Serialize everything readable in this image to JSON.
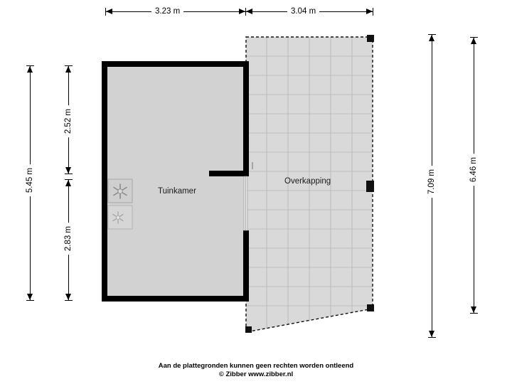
{
  "plan": {
    "rooms": [
      {
        "name": "Tuinkamer",
        "label": "Tuinkamer"
      },
      {
        "name": "Overkapping",
        "label": "Overkapping"
      }
    ],
    "dimensions": {
      "top": [
        {
          "id": "top-left",
          "label": "3.23 m"
        },
        {
          "id": "top-right",
          "label": "3.04 m"
        }
      ],
      "left_outer": [
        {
          "id": "left-outer",
          "label": "5.45 m"
        }
      ],
      "left_inner": [
        {
          "id": "left-inner-top",
          "label": "2.52 m"
        },
        {
          "id": "left-inner-bottom",
          "label": "2.83 m"
        }
      ],
      "right_inner": [
        {
          "id": "right-inner",
          "label": "7.09 m"
        }
      ],
      "right_outer": [
        {
          "id": "right-outer",
          "label": "6.46 m"
        }
      ]
    },
    "colors": {
      "wall": "#000000",
      "room_fill": "#d2d2d2",
      "overkapping_fill": "#d9d9d9",
      "grid_line": "#b9b9b9",
      "dimension": "#000000",
      "icon": "#8e8e8e"
    }
  },
  "footer": {
    "disclaimer": "Aan de plattegronden kunnen geen rechten worden ontleend",
    "copyright": "© Zibber www.zibber.nl"
  }
}
